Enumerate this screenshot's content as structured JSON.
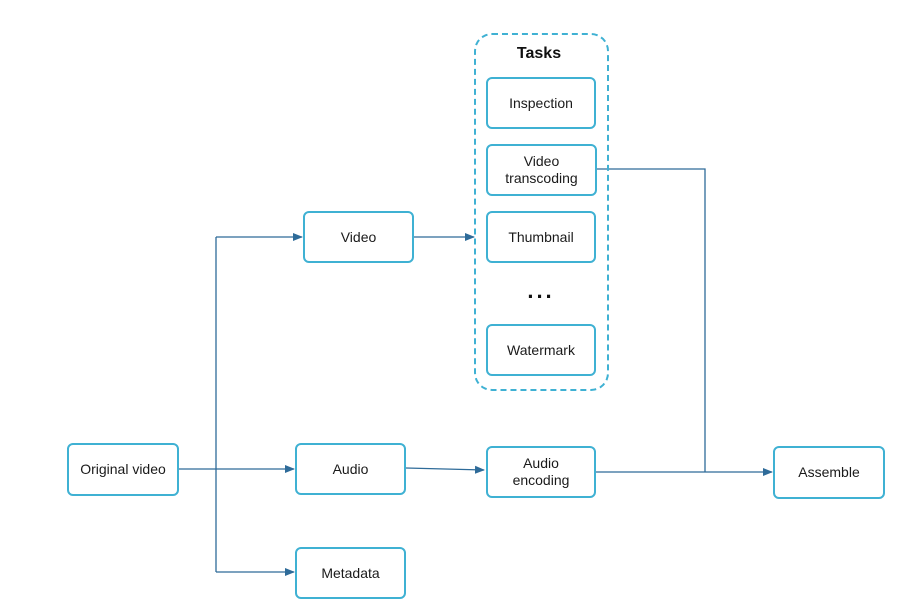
{
  "nodes": {
    "original_video": "Original video",
    "video": "Video",
    "audio": "Audio",
    "metadata": "Metadata",
    "inspection": "Inspection",
    "video_transcoding": "Video\ntranscoding",
    "thumbnail": "Thumbnail",
    "watermark": "Watermark",
    "audio_encoding": "Audio\nencoding",
    "assemble": "Assemble"
  },
  "tasks_group": {
    "title": "Tasks",
    "ellipsis": "..."
  },
  "colors": {
    "box_border": "#3fb1d3",
    "edge": "#2e6b99",
    "text": "#1a1a1a"
  }
}
